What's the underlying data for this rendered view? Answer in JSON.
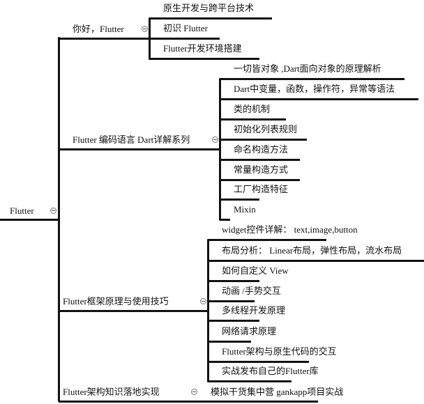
{
  "root": {
    "label": "Flutter"
  },
  "branches": [
    {
      "label": "你好，Flutter",
      "children": [
        "原生开发与跨平台技术",
        "初识 Flutter",
        "Flutter开发环境搭建"
      ]
    },
    {
      "label": "Flutter 编码语言 Dart详解系列",
      "children": [
        "一切皆对象 ,Dart面向对象的原理解析",
        "Dart中变量，函数，操作符，异常等语法",
        "类的机制",
        "初始化列表规则",
        "命名构造方法",
        "常量构造方式",
        "工厂构造特征",
        "Mixin"
      ]
    },
    {
      "label": "Flutter框架原理与使用技巧",
      "children": [
        "widget控件详解：  text,image,button",
        "布局分析：  Linear布局，弹性布局，流水布局",
        "如何自定义 View",
        "动画 /手势交互",
        "多线程开发原理",
        "网络请求原理",
        "Flutter架构与原生代码的交互",
        "实战发布自己的Flutter库"
      ]
    },
    {
      "label": "Flutter架构知识落地实现",
      "children": [
        "模拟干货集中营 gankapp项目实战"
      ]
    }
  ]
}
